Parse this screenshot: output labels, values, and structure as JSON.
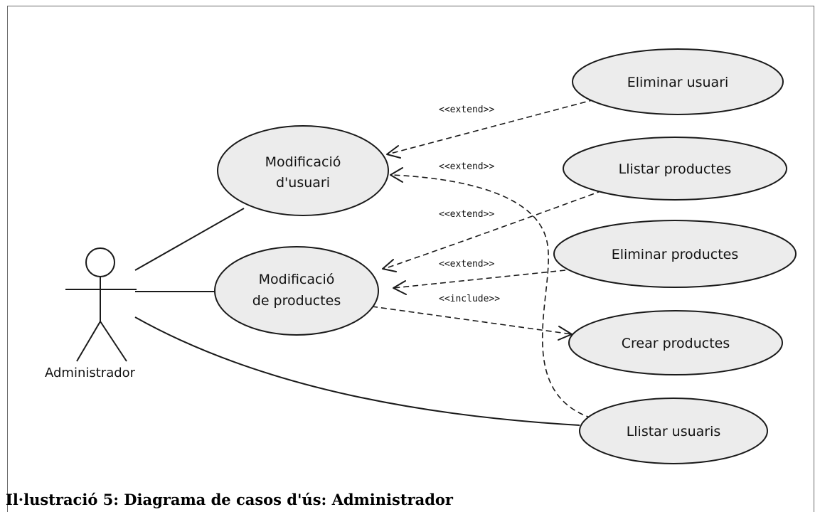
{
  "diagram": {
    "actor": {
      "name": "Administrador"
    },
    "use_cases": {
      "modificacio_usuari": [
        "Modificació",
        "d'usuari"
      ],
      "modificacio_productes": [
        "Modificació",
        "de productes"
      ],
      "eliminar_usuari": "Eliminar usuari",
      "llistar_productes": "Llistar productes",
      "eliminar_productes": "Eliminar productes",
      "crear_productes": "Crear productes",
      "llistar_usuaris": "Llistar usuaris"
    },
    "relations": {
      "extend_1": "<<extend>>",
      "extend_2": "<<extend>>",
      "extend_3": "<<extend>>",
      "extend_4": "<<extend>>",
      "include_1": "<<include>>"
    }
  },
  "caption": "Il·lustració 5: Diagrama de casos d'ús: Administrador"
}
